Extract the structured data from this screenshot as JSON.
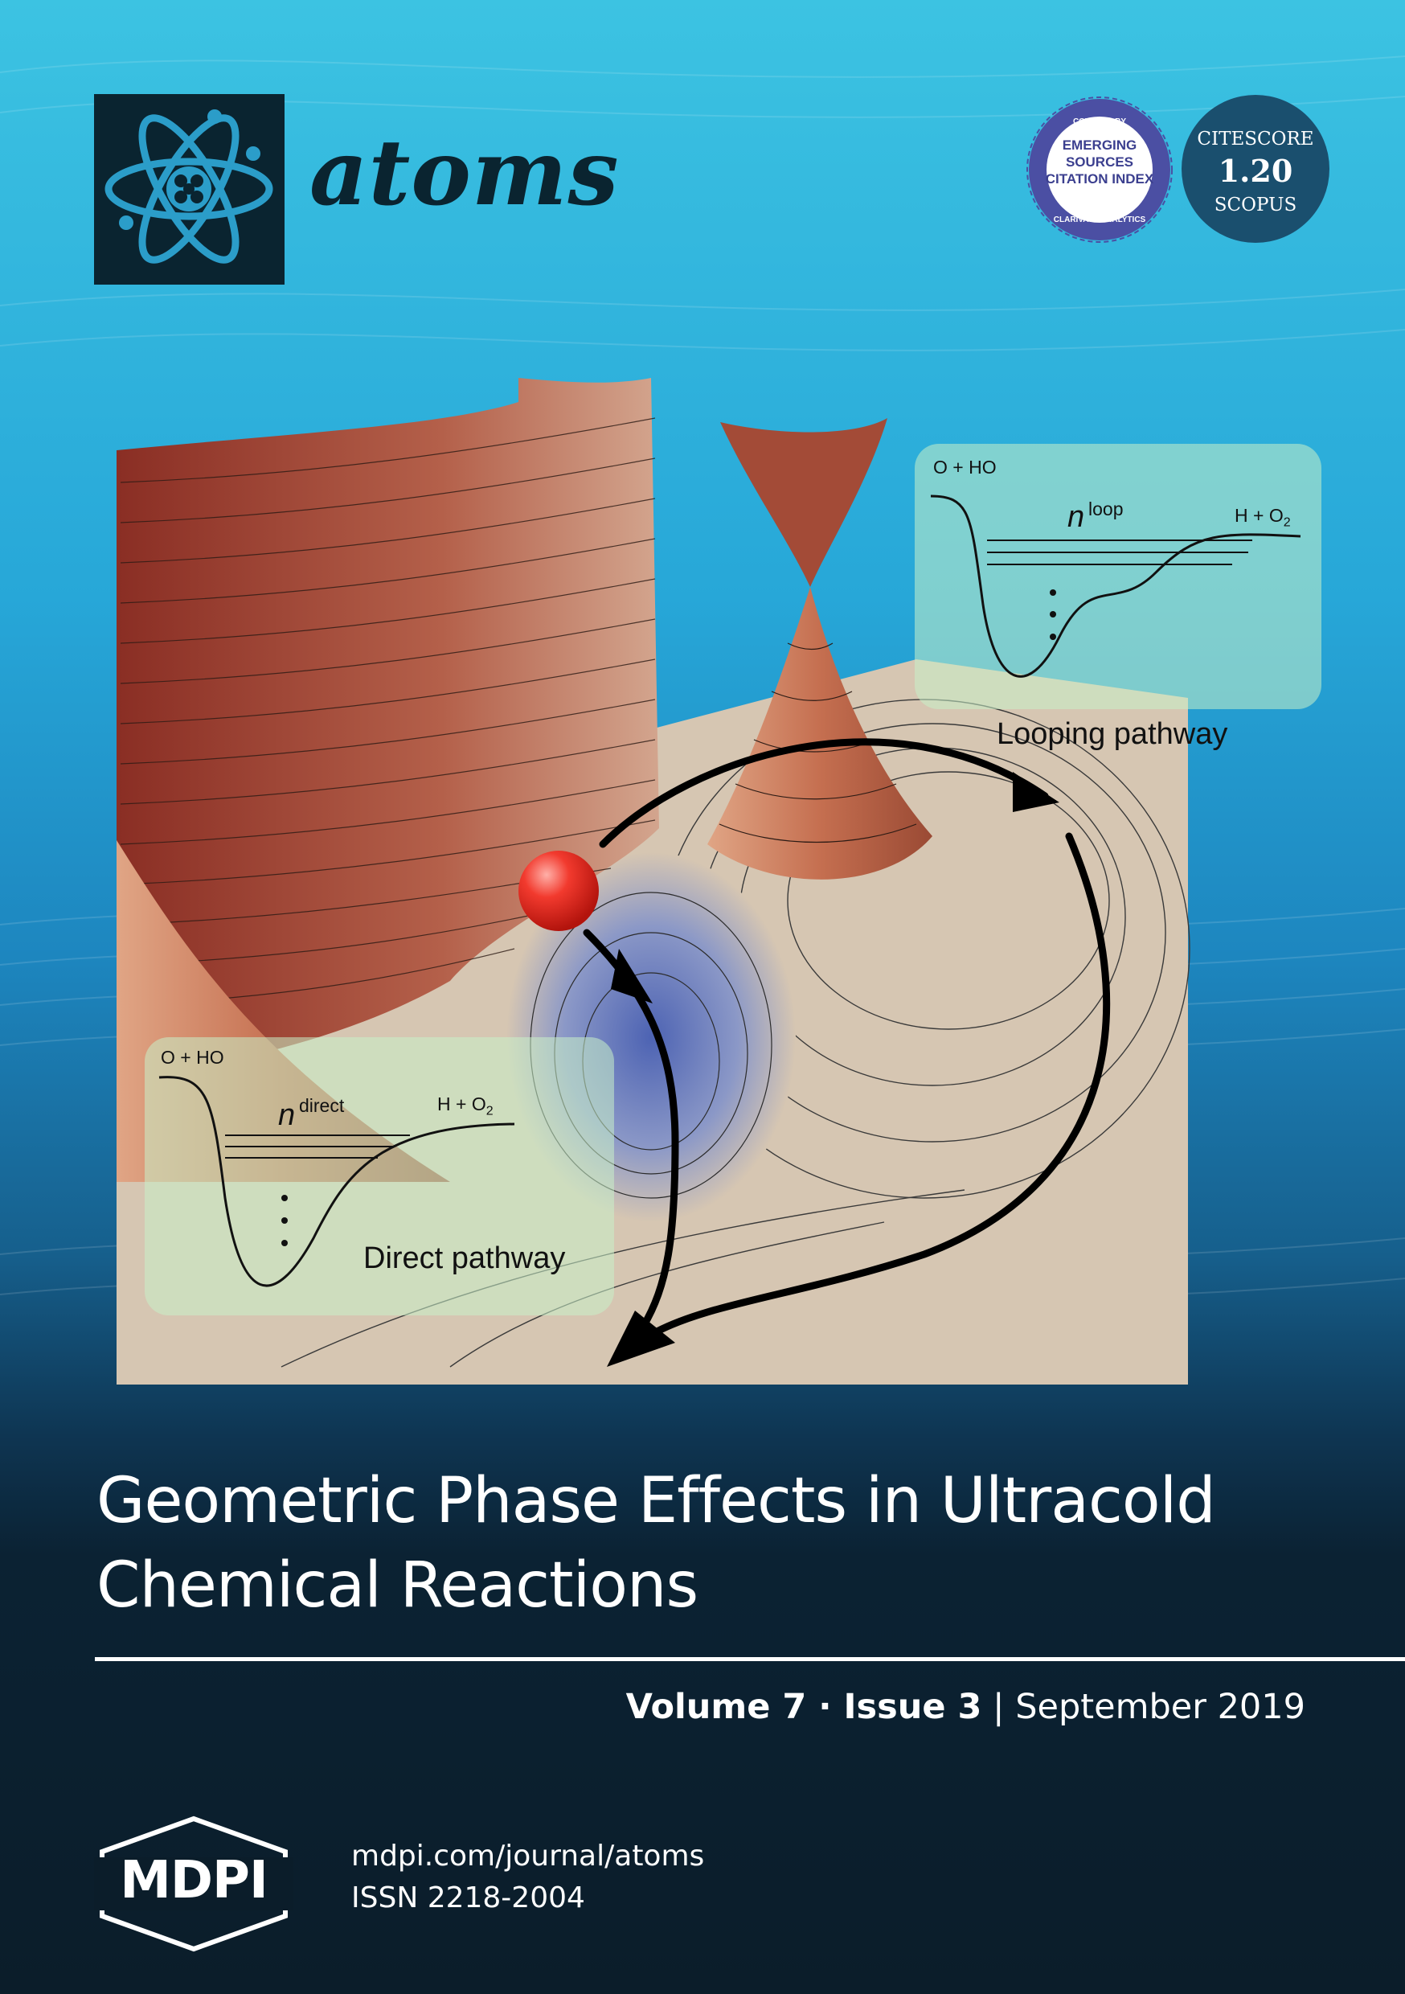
{
  "journal": {
    "name": "atoms"
  },
  "badges": {
    "esci": {
      "top": "COVERED BY",
      "line1": "EMERGING",
      "line2": "SOURCES",
      "line3": "CITATION INDEX",
      "bottom": "CLARIVATE ANALYTICS"
    },
    "citescore": {
      "label": "CITESCORE",
      "value": "1.20",
      "source": "SCOPUS"
    }
  },
  "figure": {
    "loop_inset": {
      "reactant": "O + HO",
      "product": "H + O",
      "product_sub": "2",
      "n_symbol": "n",
      "n_sup": "loop"
    },
    "direct_inset": {
      "reactant": "O + HO",
      "product": "H + O",
      "product_sub": "2",
      "n_symbol": "n",
      "n_sup": "direct"
    },
    "looping_label": "Looping pathway",
    "direct_label": "Direct pathway"
  },
  "article": {
    "title_line1": "Geometric Phase Effects in Ultracold",
    "title_line2": "Chemical Reactions"
  },
  "issue": {
    "volume": "Volume 7",
    "sep1": " · ",
    "issue": "Issue 3",
    "sep2": " | ",
    "date": "September 2019"
  },
  "footer": {
    "publisher": "MDPI",
    "url": "mdpi.com/journal/atoms",
    "issn": "ISSN 2218-2004"
  },
  "colors": {
    "accent_cyan": "#3cc3e2",
    "dark_navy": "#0b1d2a",
    "logo_bg": "#0a2430",
    "surface": "#d6c6b2",
    "surface_red": "#b06047"
  }
}
